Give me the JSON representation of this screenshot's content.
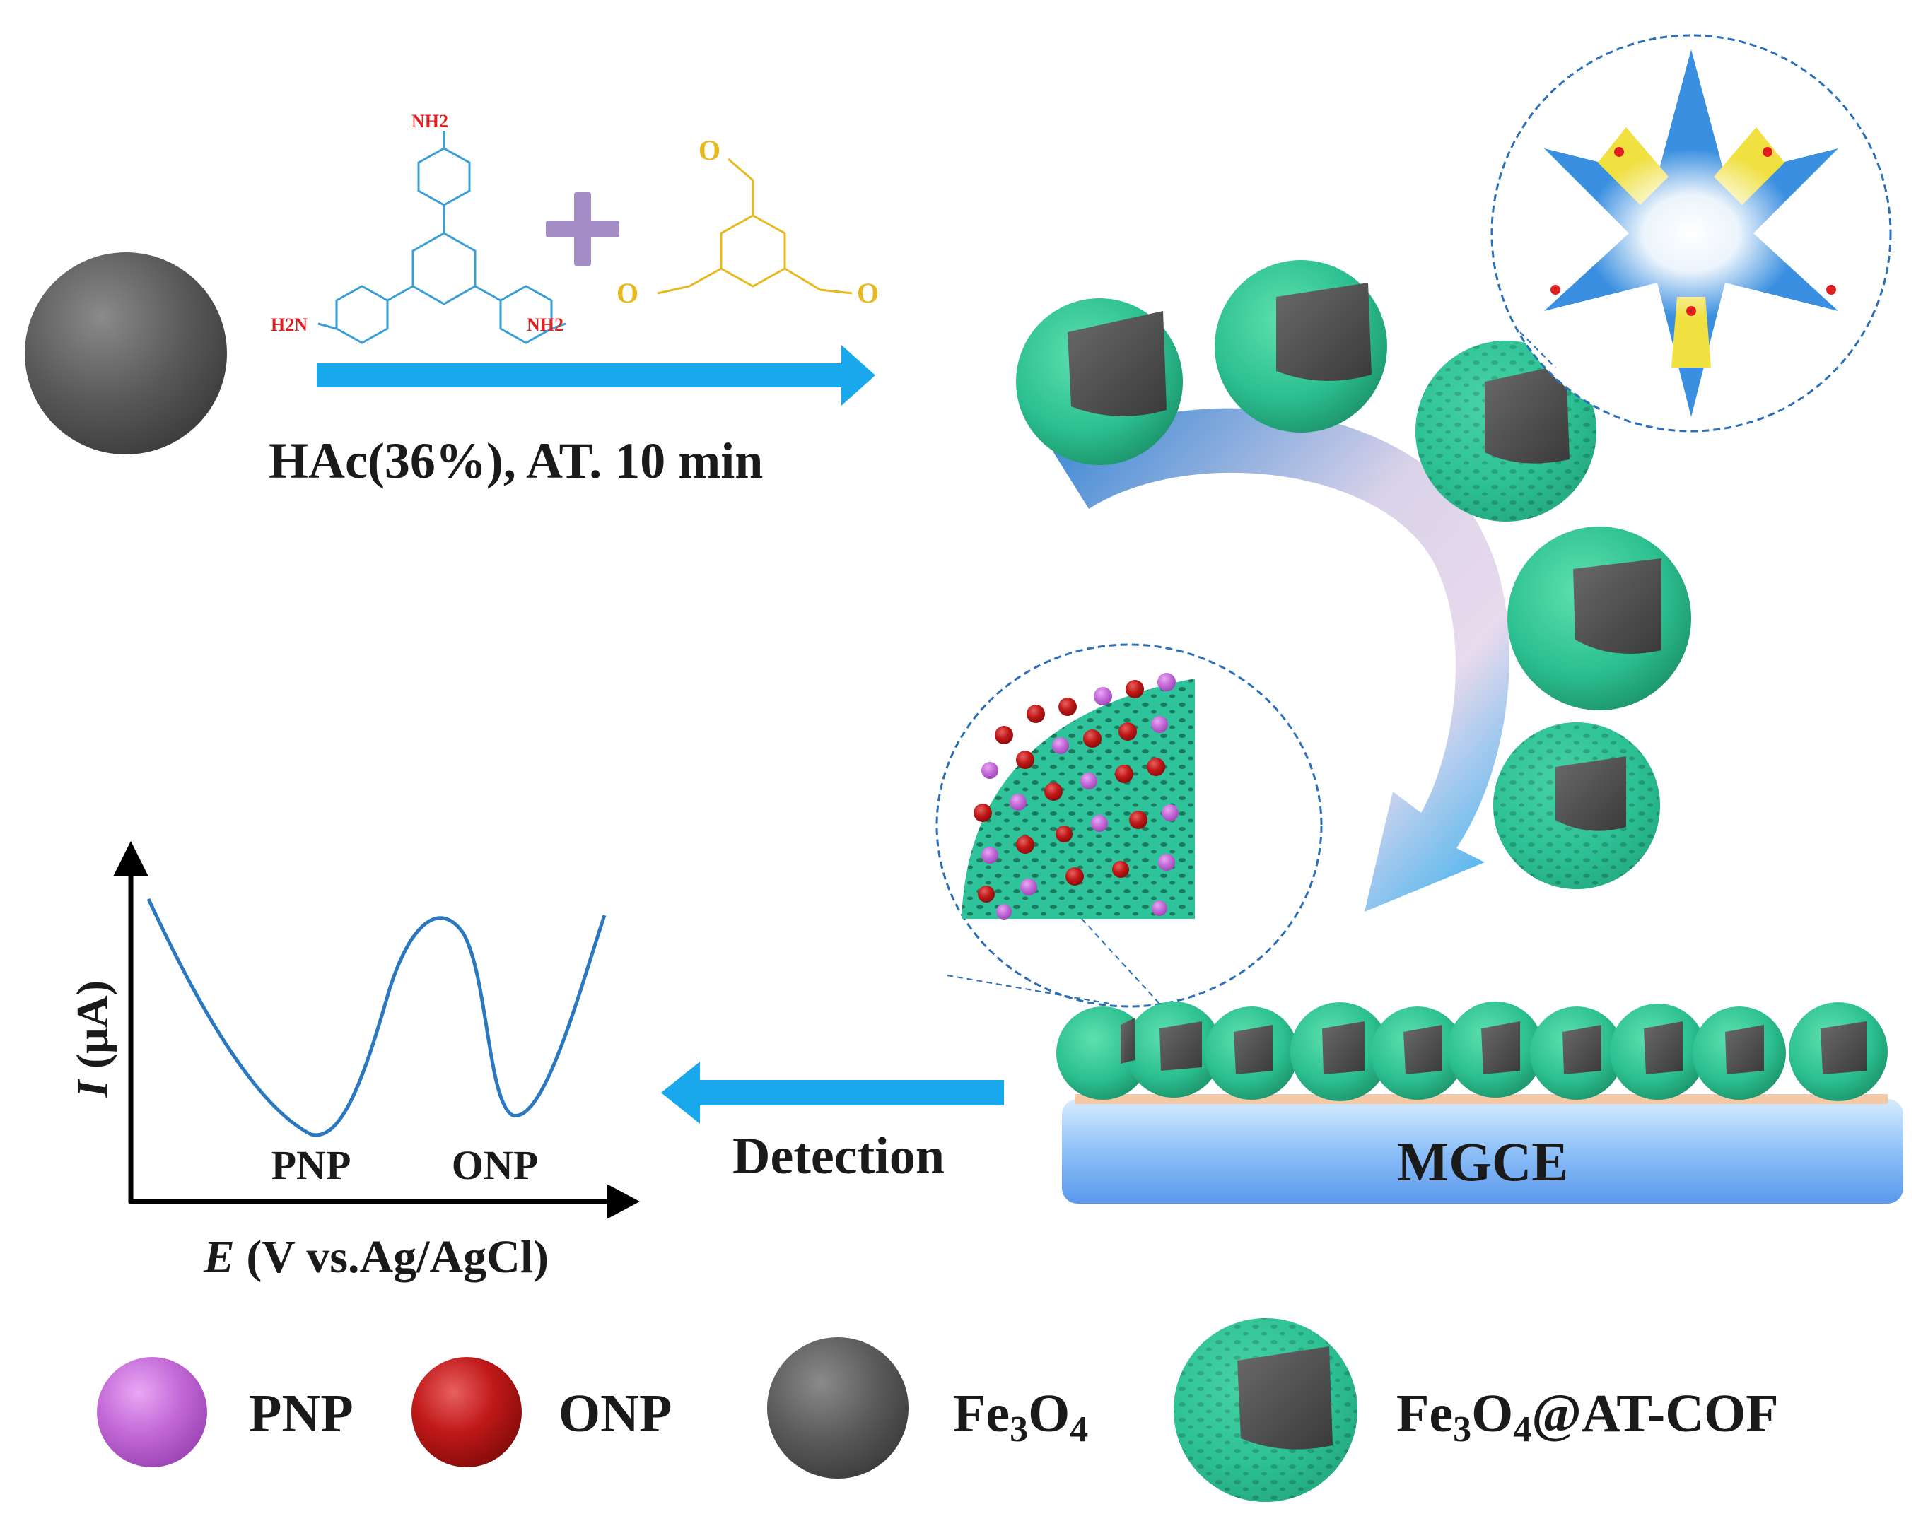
{
  "reaction": {
    "condition": "HAc(36%), AT. 10 min",
    "amine_group_top": "NH2",
    "amine_group_left": "H2N",
    "amine_group_right": "NH2",
    "aldehyde_o": "O"
  },
  "electrode": {
    "label": "MGCE"
  },
  "detection": {
    "label": "Detection"
  },
  "voltammogram": {
    "y_label_italic": "I",
    "y_label_rest": " (μA)",
    "x_label_italic": "E",
    "x_label_rest": " (V vs.Ag/AgCl)",
    "peak_left": "PNP",
    "peak_right": "ONP"
  },
  "legend": {
    "pnp": "PNP",
    "onp": "ONP",
    "fe3o4": {
      "a": "Fe",
      "b": "3",
      "c": "O",
      "d": "4"
    },
    "composite": {
      "a": "Fe",
      "b": "3",
      "c": "O",
      "d": "4",
      "e": "@AT-COF"
    }
  },
  "colors": {
    "arrow_blue": "#1aa8ec",
    "amine_blue": "#3a9fd6",
    "aldehyde_gold": "#e8b820",
    "amine_red": "#e02020",
    "cof_green": "#2bbf8f",
    "core_gray": "#555555",
    "pnp_purple": "#c060d8",
    "onp_red": "#c01818",
    "electrode_blue": "#6aa7f0"
  }
}
